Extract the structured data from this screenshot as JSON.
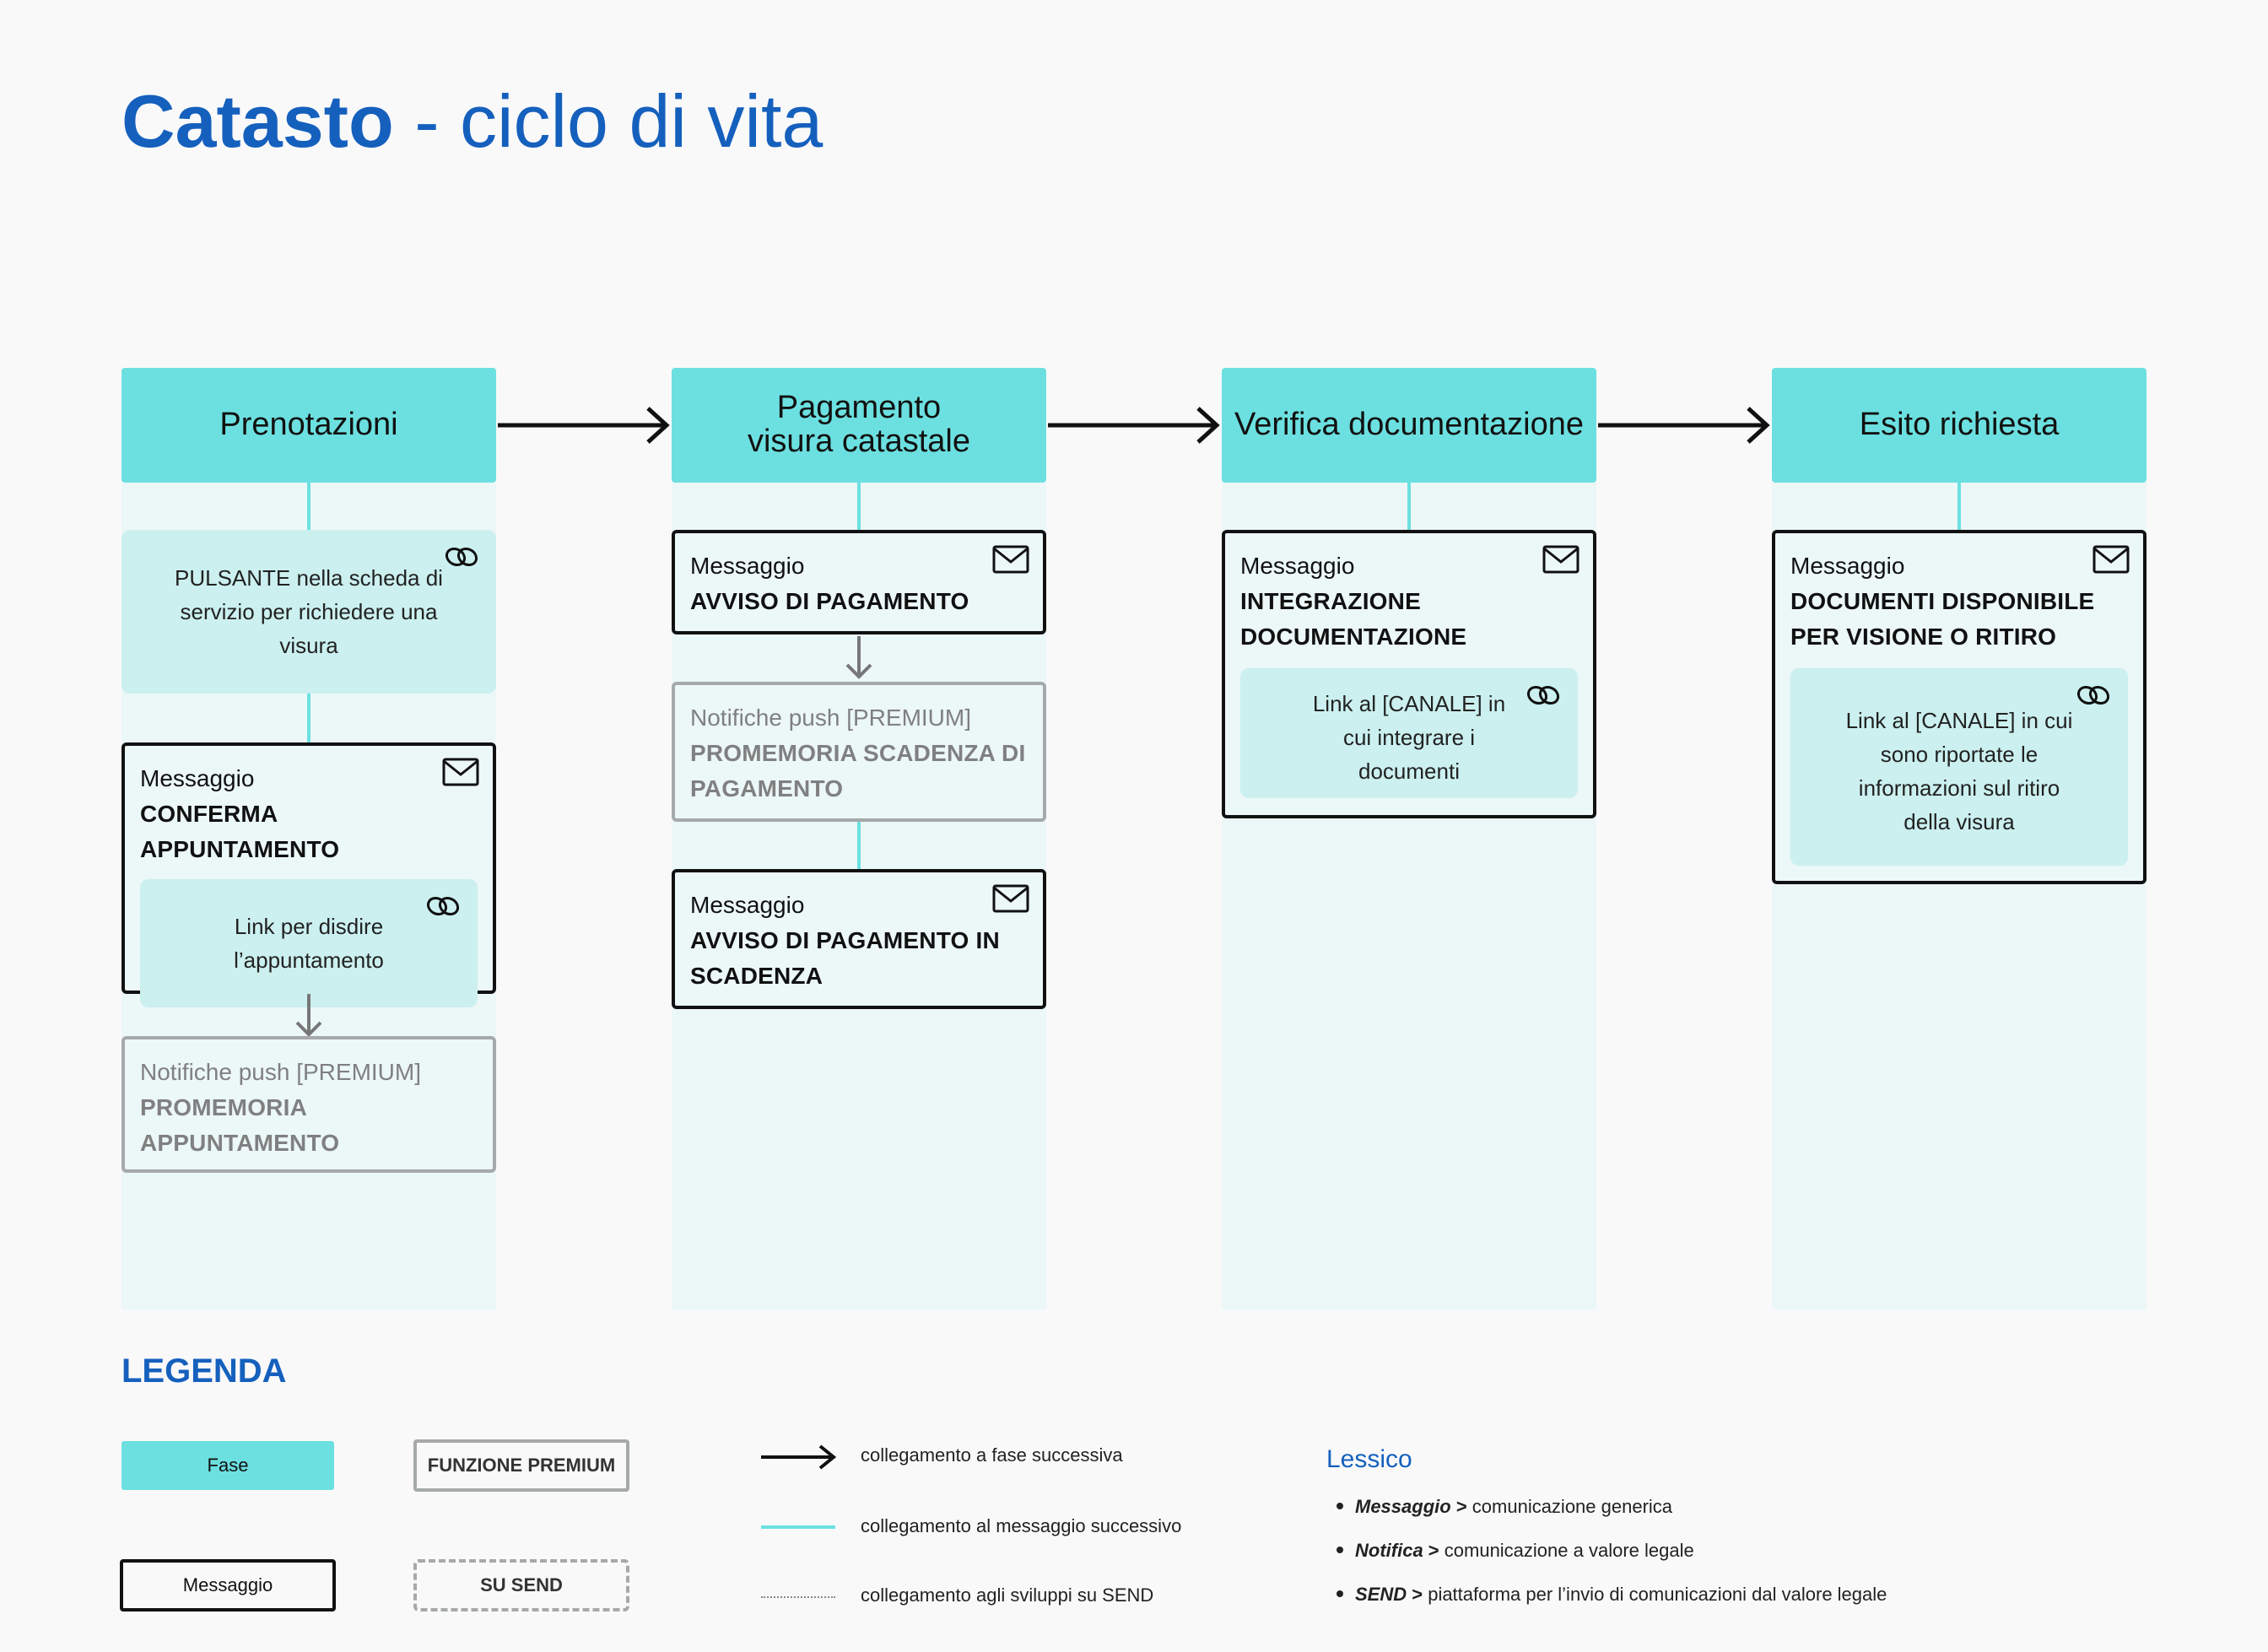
{
  "title": {
    "bold": "Catasto",
    "rest": " - ciclo di vita"
  },
  "phases": [
    {
      "label": "Prenotazioni"
    },
    {
      "label": "Pagamento\nvisura catastale"
    },
    {
      "label": "Verifica documentazione"
    },
    {
      "label": "Esito richiesta"
    }
  ],
  "col1": {
    "button_text": "PULSANTE nella scheda di servizio per richiedere una visura",
    "msg_label": "Messaggio",
    "msg_name": "CONFERMA APPUNTAMENTO",
    "msg_link": "Link per disdire l’appuntamento",
    "push_label": "Notifiche push [PREMIUM]",
    "push_name": "PROMEMORIA APPUNTAMENTO"
  },
  "col2": {
    "msg1_label": "Messaggio",
    "msg1_name": "AVVISO DI PAGAMENTO",
    "push_label": "Notifiche push [PREMIUM]",
    "push_name": "PROMEMORIA SCADENZA DI PAGAMENTO",
    "msg2_label": "Messaggio",
    "msg2_name": "AVVISO DI PAGAMENTO IN SCADENZA"
  },
  "col3": {
    "msg_label": "Messaggio",
    "msg_name": "INTEGRAZIONE DOCUMENTAZIONE",
    "msg_link": "Link al [CANALE] in cui integrare i documenti"
  },
  "col4": {
    "msg_label": "Messaggio",
    "msg_name": "DOCUMENTI DISPONIBILE PER VISIONE O RITIRO",
    "msg_link": "Link al [CANALE] in cui sono riportate le informazioni sul ritiro della visura"
  },
  "legend": {
    "title": "LEGENDA",
    "fase": "Fase",
    "premium": "FUNZIONE PREMIUM",
    "messaggio": "Messaggio",
    "su_send": "SU SEND",
    "arrow_desc": "collegamento a fase successiva",
    "line_desc": "collegamento al messaggio successivo",
    "dotted_desc": "collegamento agli sviluppi su SEND"
  },
  "lessico": {
    "title": "Lessico",
    "items": [
      {
        "term": "Messaggio",
        "sep": " > ",
        "desc": "comunicazione generica"
      },
      {
        "term": "Notifica",
        "sep": " > ",
        "desc": "comunicazione a valore legale"
      },
      {
        "term": "SEND",
        "sep": " > ",
        "desc": "piattaforma per  l’invio di comunicazioni dal valore legale"
      }
    ]
  },
  "colors": {
    "phase": "#6ce0e0",
    "column": "#ecf7f7",
    "linkbox": "#cbf0ef",
    "title": "#1560bd",
    "premium_border": "#a6a9aa"
  }
}
